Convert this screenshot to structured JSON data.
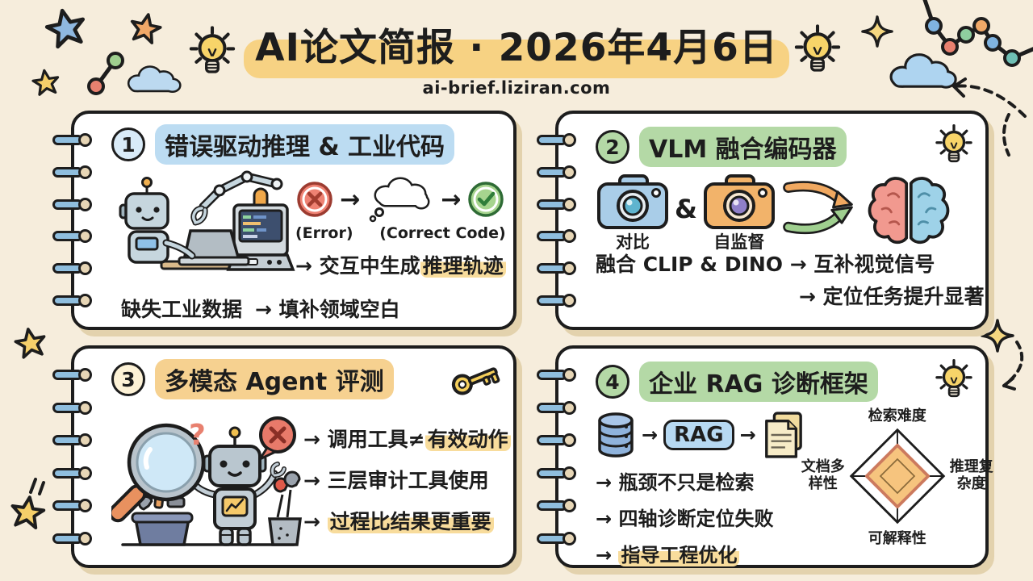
{
  "header": {
    "title": "AI论文简报 · 2026年4月6日",
    "subtitle": "ai-brief.liziran.com"
  },
  "symbols": {
    "arrow": "→",
    "question": "?"
  },
  "colors": {
    "background": "#f6eddc",
    "card": "#ffffff",
    "title_highlight": "#f7d283",
    "blue_highlight": "#bcdcf2",
    "green_highlight": "#b4d9a6",
    "orange_highlight": "#f6d190",
    "yellow_inline_highlight": "#f8dc9c",
    "spiral": "#8fbede",
    "error_red": "#ee8273",
    "ok_green": "#a6d48e"
  },
  "cards": [
    {
      "number": "1",
      "title": "错误驱动推理 & 工业代码",
      "flow_error_label": "(Error)",
      "flow_correct_label": "(Correct Code)",
      "row1_pre": "→ 交互中生成",
      "row1_hl": "推理轨迹",
      "row2_left": "缺失工业数据",
      "row2_right": "→ 填补领域空白"
    },
    {
      "number": "2",
      "title": "VLM 融合编码器",
      "camera1_label": "对比",
      "camera2_label": "自监督",
      "amp": "&",
      "row1": "融合 CLIP & DINO → 互补视觉信号",
      "row2": "→ 定位任务提升显著"
    },
    {
      "number": "3",
      "title": "多模态 Agent 评测",
      "row1_pre": "→ 调用工具≠",
      "row1_hl": "有效动作",
      "row2": "→ 三层审计工具使用",
      "row3_pre": "→ ",
      "row3_hl": "过程比结果更重要"
    },
    {
      "number": "4",
      "title": "企业 RAG 诊断框架",
      "rag_label": "RAG",
      "row1": "→ 瓶颈不只是检索",
      "row2": "→ 四轴诊断定位失败",
      "row3_pre": "→ ",
      "row3_hl": "指导工程优化",
      "radar": {
        "top": "检索难度",
        "right": "推理复杂度",
        "bottom": "可解释性",
        "left": "文档多样性"
      }
    }
  ]
}
